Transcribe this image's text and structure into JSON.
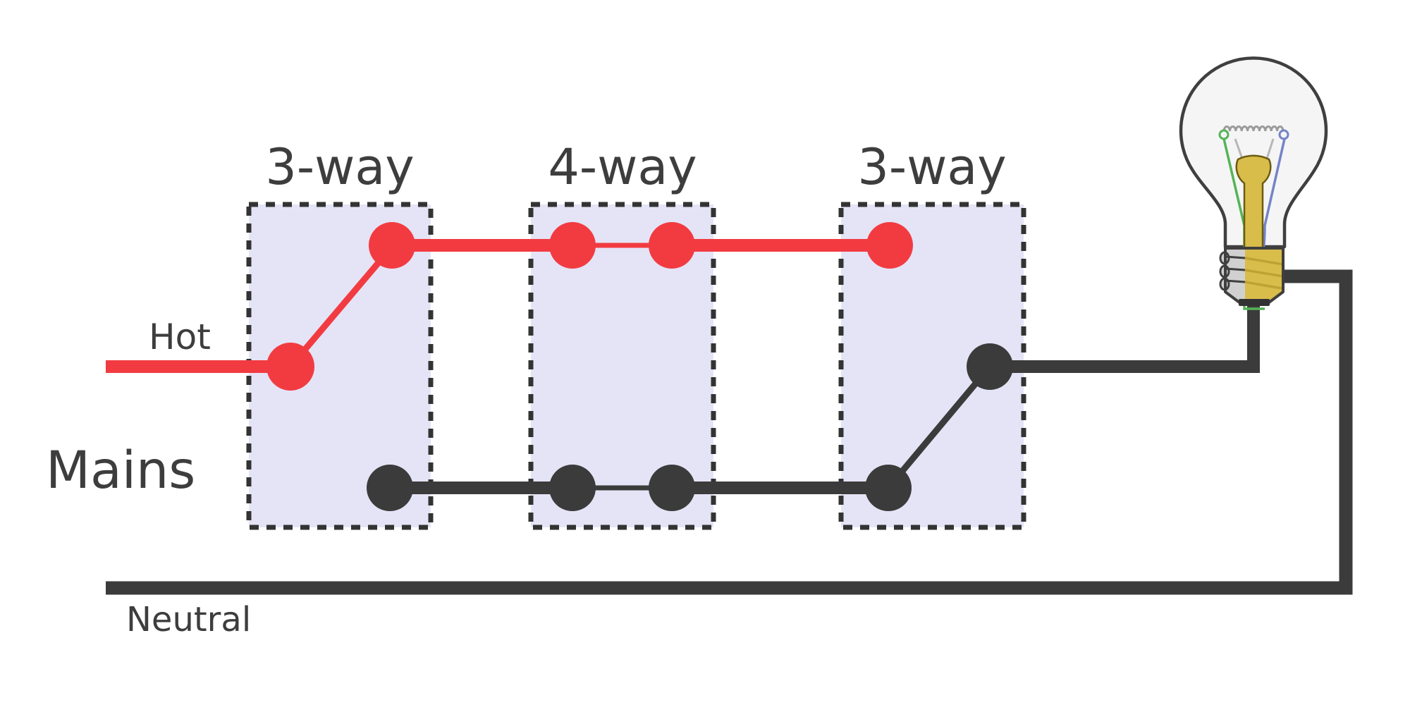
{
  "labels": {
    "mains": "Mains",
    "hot": "Hot",
    "neutral": "Neutral"
  },
  "switches": [
    {
      "label": "3-way"
    },
    {
      "label": "4-way"
    },
    {
      "label": "3-way"
    }
  ],
  "colors": {
    "hot_wire_red": "#f23b41",
    "dark_wire": "#3b3b3b",
    "switch_box_fill": "#e4e4f6",
    "switch_box_border": "#333333",
    "label_text": "#3d3d3d",
    "bulb_glass": "#f5f5f6",
    "bulb_outline": "#3f3f3f",
    "bulb_brass": "#d9bd4a",
    "bulb_brass_thread": "#bfa233",
    "bulb_metal": "#d0d0d0",
    "bulb_wire_green": "#55b455",
    "bulb_wire_blue": "#7583c7",
    "bulb_filament_gray": "#9b9b9b"
  }
}
